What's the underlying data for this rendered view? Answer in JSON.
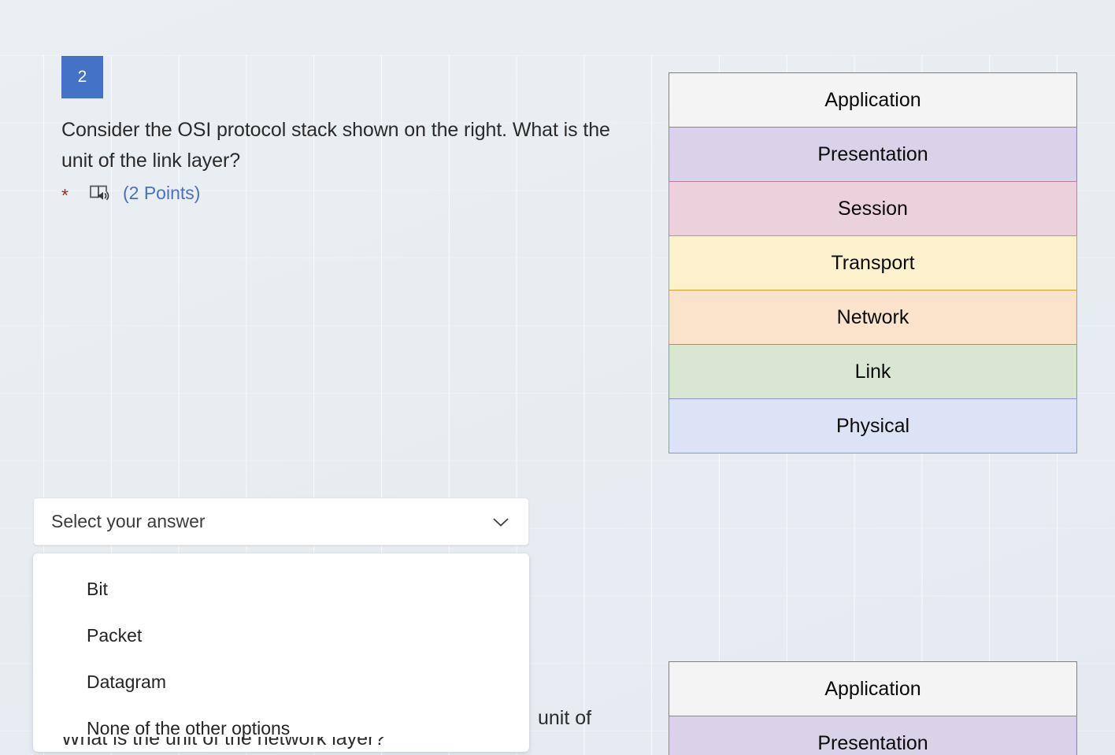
{
  "question": {
    "number": "2",
    "text": "Consider the OSI protocol stack shown on the right. What is the unit of the link layer?",
    "required_marker": "*",
    "read_aloud_icon": "immersive-reader-icon",
    "points_label": "(2 Points)"
  },
  "answer_control": {
    "placeholder": "Select your answer",
    "chevron_icon": "chevron-down-icon",
    "options": [
      {
        "label": "Bit"
      },
      {
        "label": "Packet"
      },
      {
        "label": "Datagram"
      },
      {
        "label": "None of the other options"
      }
    ]
  },
  "next_question": {
    "visible_fragment": "unit of",
    "clipped_fragment": "What is the unit of the network layer?"
  },
  "osi_stack_primary": {
    "layers": [
      {
        "name": "Application",
        "fill": "#f4f4f4",
        "stroke": "#7f7f7f"
      },
      {
        "name": "Presentation",
        "fill": "#d9d2e9",
        "stroke": "#8e7cc3"
      },
      {
        "name": "Session",
        "fill": "#ead1dc",
        "stroke": "#c27ba0"
      },
      {
        "name": "Transport",
        "fill": "#fcf0cd",
        "stroke": "#d4a017"
      },
      {
        "name": "Network",
        "fill": "#fae3ca",
        "stroke": "#d79b2b"
      },
      {
        "name": "Link",
        "fill": "#d9e7d2",
        "stroke": "#7da966"
      },
      {
        "name": "Physical",
        "fill": "#dce3f7",
        "stroke": "#8099ce"
      }
    ]
  },
  "osi_stack_secondary": {
    "layers": [
      {
        "name": "Application",
        "fill": "#f4f4f4",
        "stroke": "#7f7f7f"
      },
      {
        "name": "Presentation",
        "fill": "#d9d2e9",
        "stroke": "#8e7cc3"
      }
    ]
  },
  "colors": {
    "badge_blue": "#4472c4",
    "points_blue": "#4b6fc1",
    "required_red": "#a4262c",
    "page_background": "#e9eef1",
    "surface_white": "#ffffff"
  }
}
